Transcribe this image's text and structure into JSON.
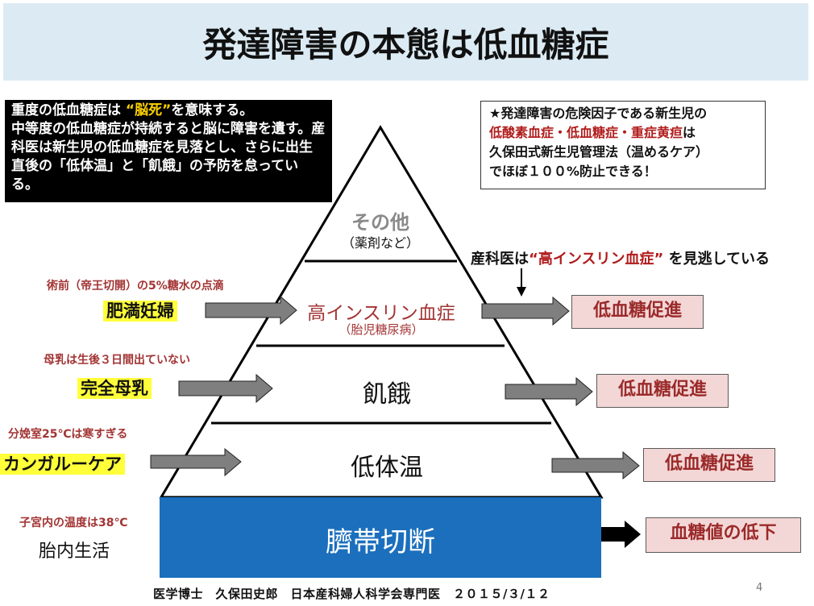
{
  "title": "発達障害の本態は低血糖症",
  "note_left": {
    "pre": "重度の低血糖症は ",
    "highlight": "“脳死”",
    "post": "を意味する。",
    "body": "中等度の低血糖症が持続すると脳に障害を遺す。産科医は新生児の低血糖症を見落とし、さらに出生直後の「低体温」と「飢餓」の予防を怠っている。"
  },
  "note_right": {
    "line1": "★発達障害の危険因子である新生児の",
    "line2_red": "低酸素血症・低血糖症・重症黄疸",
    "line2_tail": "は",
    "line3": "久保田式新生児管理法（温めるケア）",
    "line4": "でほぼ１００%防止できる！"
  },
  "overlooked": {
    "pre": "産科医は",
    "highlight": "“高インスリン血症”",
    "post": " を見逃している"
  },
  "tiers": {
    "other_main": "その他",
    "other_sub": "（薬剤など）",
    "insulin_main": "高インスリン血症",
    "insulin_sub": "（胎児糖尿病）",
    "starvation": "飢餓",
    "hypothermia": "低体温",
    "cord": "臍帯切断"
  },
  "causes": {
    "obese_note": "術前（帝王切開）の5%糖水の点滴",
    "obese": "肥満妊婦",
    "breast_note": "母乳は生後３日間出ていない",
    "breast": "完全母乳",
    "room_note": "分娩室25℃は寒すぎる",
    "kangaroo": "カンガルーケア",
    "womb_note": "子宮内の温度は38℃",
    "womb": "胎内生活"
  },
  "results": {
    "r1": "低血糖促進",
    "r2": "低血糖促進",
    "r3": "低血糖促進",
    "r4": "血糖値の低下"
  },
  "footer": "医学博士　久保田史郎　日本産科婦人科学会専門医　２０１５/３/１２",
  "page_number": "4",
  "colors": {
    "title_bg": "#dcebf3",
    "base_blue": "#1b6fbd",
    "arrow_gray": "#7f7f7f",
    "red_text": "#a33434",
    "highlight_yellow": "#ffff3a",
    "result_bg": "#f3d7d6"
  }
}
